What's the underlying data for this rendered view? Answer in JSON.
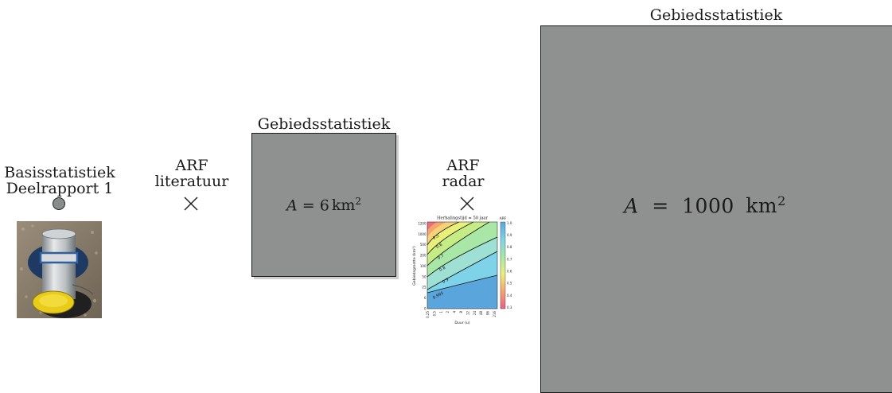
{
  "basis": {
    "line1": "Basisstatistiek",
    "line2": "Deelrapport 1"
  },
  "arf_literature": {
    "line1": "ARF",
    "line2": "literatuur"
  },
  "small_area": {
    "title": "Gebiedsstatistiek",
    "var": "A",
    "eq": "=",
    "value": "6",
    "unit": "km",
    "exp": "2"
  },
  "arf_radar": {
    "line1": "ARF",
    "line2": "radar"
  },
  "large_area": {
    "title": "Gebiedsstatistiek",
    "var": "A",
    "eq": "=",
    "value": "1000",
    "unit": "km",
    "exp": "2"
  },
  "radar_chart": {
    "title": "Herhalingstijd = 50 jaar",
    "xlabel": "Duur (u)",
    "ylabel": "Gebiedsgrootte (km²)",
    "xticks": [
      "0.25",
      "0.5",
      "1",
      "2",
      "4",
      "8",
      "12",
      "24",
      "48",
      "96",
      "216"
    ],
    "yticks": [
      "0",
      "6",
      "25",
      "50",
      "100",
      "200",
      "500",
      "1000",
      "1200"
    ],
    "colorbar_title": "ARF",
    "colorbar_ticks": [
      "1.0",
      "0.9",
      "0.8",
      "0.7",
      "0.6",
      "0.5",
      "0.4",
      "0.3"
    ],
    "contour_labels": [
      "0.995",
      "0.9",
      "0.8",
      "0.7",
      "0.6",
      "0.5"
    ]
  },
  "colors": {
    "box_fill": "#8f9190",
    "box_border": "#1c1c1c",
    "marker_fill": "#8a8b8b"
  }
}
